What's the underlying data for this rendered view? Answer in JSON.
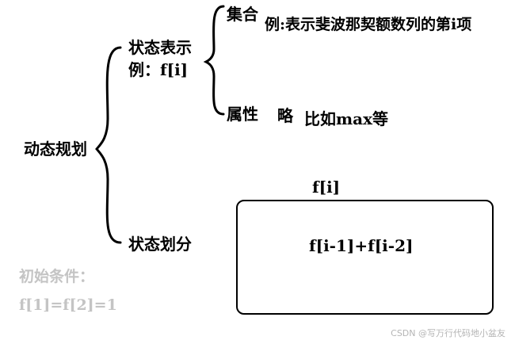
{
  "root": "动态规划",
  "branch_state_repr": {
    "title": "状态表示",
    "example": "例：f[i]",
    "set": {
      "label": "集合",
      "text": "例:表示斐波那契额数列的第i项"
    },
    "attr": {
      "label": "属性",
      "value": "略",
      "text": "比如max等"
    }
  },
  "branch_state_split": {
    "title": "状态划分",
    "box_title": "f[i]",
    "box_text": "f[i-1]+f[i-2]"
  },
  "initial": {
    "label": "初始条件：",
    "value": "f[1]=f[2]=1"
  },
  "watermark": "CSDN @写万行代码地小盆友"
}
